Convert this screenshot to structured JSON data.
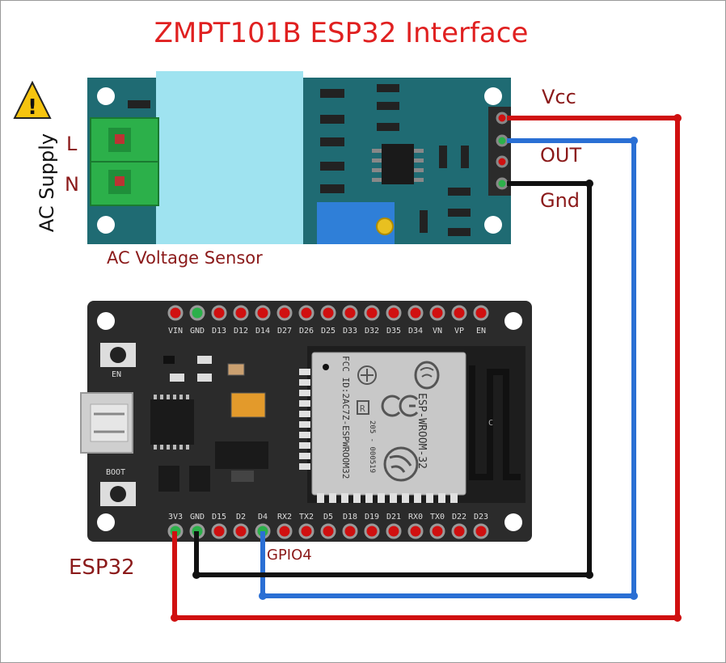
{
  "title": "ZMPT101B ESP32 Interface",
  "sensor": {
    "label": "AC Voltage Sensor",
    "pins": [
      "Vcc",
      "OUT",
      "Gnd"
    ],
    "terminal_labels": [
      "L",
      "N"
    ],
    "supply_label": "AC Supply"
  },
  "esp32": {
    "label": "ESP32",
    "top_pins": [
      "VIN",
      "GND",
      "D13",
      "D12",
      "D14",
      "D27",
      "D26",
      "D25",
      "D33",
      "D32",
      "D35",
      "D34",
      "VN",
      "VP",
      "EN"
    ],
    "bottom_pins": [
      "3V3",
      "GND",
      "D15",
      "D2",
      "D4",
      "RX2",
      "TX2",
      "D5",
      "D18",
      "D19",
      "D21",
      "RX0",
      "TX0",
      "D22",
      "D23"
    ],
    "button_en": "EN",
    "button_boot": "BOOT",
    "module_text": "ESP-WROOM-32",
    "fcc_text": "FCC ID:2AC7Z-ESPWROOM32",
    "cert_text": "205 - 000519",
    "gpio_label": "GPIO4"
  },
  "colors": {
    "title": "#e02020",
    "label": "#8b1a1a",
    "vcc_wire": "#d01010",
    "out_wire": "#2a6fd4",
    "gnd_wire": "#111111",
    "board_green": "#1f6b73",
    "esp_board": "#2b2b2b"
  },
  "icons": [
    "warning-icon",
    "wifi-icon"
  ]
}
